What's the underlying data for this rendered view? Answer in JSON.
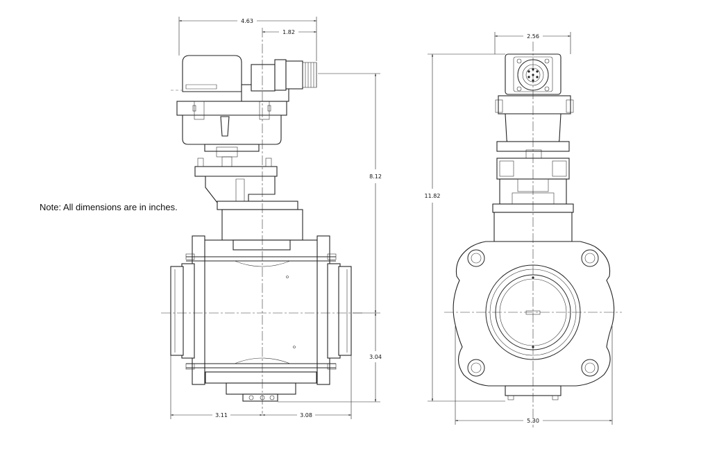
{
  "note": "Note: All dimensions are in inches.",
  "dimensions": {
    "side_actuator_width": "4.63",
    "side_connector_offset": "1.82",
    "side_height_to_centerline": "8.12",
    "side_centerline_to_bottom": "3.04",
    "side_left_half_width": "3.11",
    "side_right_half_width": "3.08",
    "front_connector_width": "2.56",
    "front_overall_height": "11.82",
    "front_flange_width": "5.30"
  }
}
